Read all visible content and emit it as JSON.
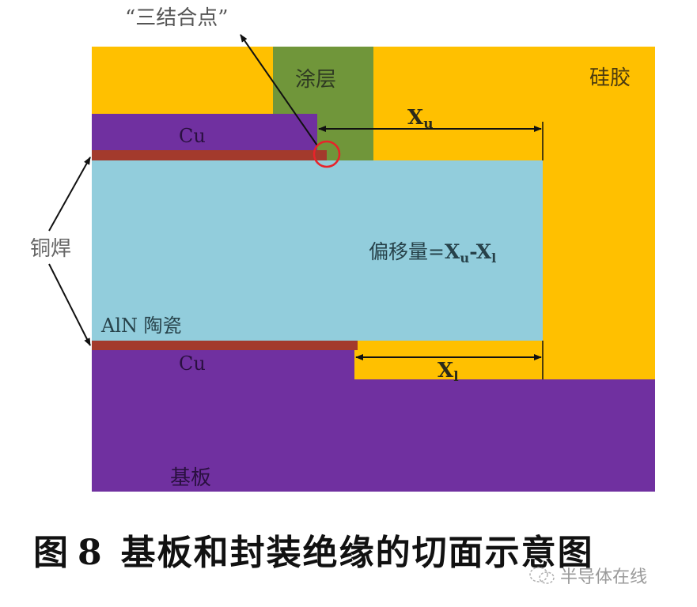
{
  "diagram": {
    "title_callout": "“三结合点”",
    "colors": {
      "silicone_gel": "#FFC000",
      "coating": "#70963A",
      "copper": "#7030A0",
      "solder": "#A33A2C",
      "aln_ceramic": "#92CDDC",
      "triple_point_circle": "#E8232A",
      "arrows": "#111111"
    },
    "labels": {
      "coating": "涂层",
      "silicone_gel": "硅胶",
      "upper_cu": "Cu",
      "lower_cu": "Cu",
      "brazing": "铜焊",
      "aln_ceramic": "AlN 陶瓷",
      "substrate": "基板",
      "offset_formula_prefix": "偏移量=",
      "xu_main": "X",
      "xu_sub": "u",
      "xl_main": "X",
      "xl_sub": "l",
      "formula_dash": "-"
    }
  },
  "caption": {
    "figure_label": "图",
    "figure_number": "8",
    "text": "基板和封装绝缘的切面示意图"
  },
  "watermark": {
    "text": "半导体在线"
  }
}
